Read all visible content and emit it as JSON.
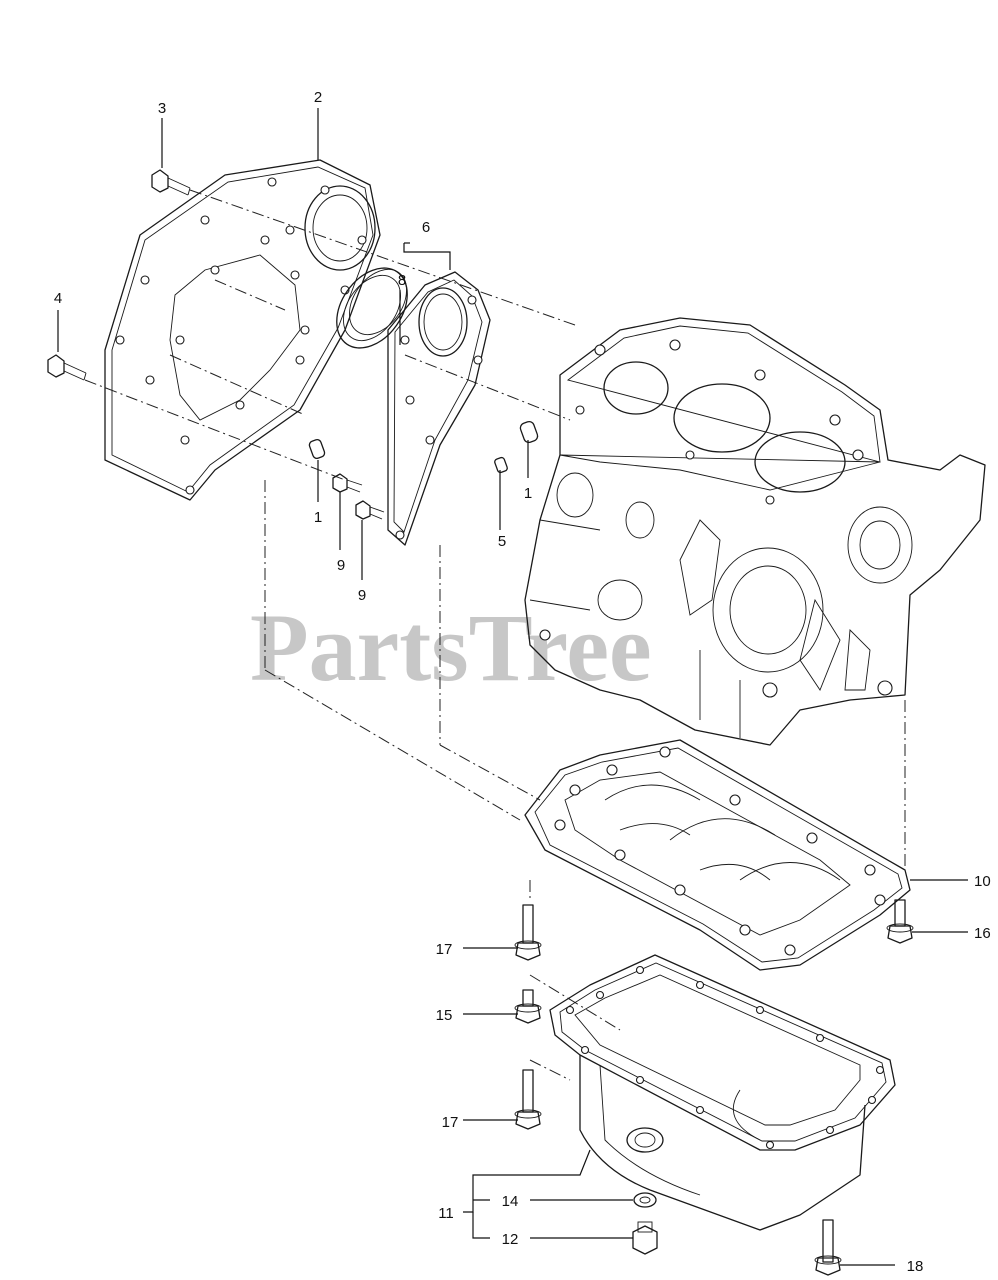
{
  "watermark": "PartsTree",
  "callouts": {
    "c1a": "1",
    "c1b": "1",
    "c2": "2",
    "c3": "3",
    "c4": "4",
    "c5": "5",
    "c6": "6",
    "c8": "8",
    "c9a": "9",
    "c9b": "9",
    "c10": "10",
    "c11": "11",
    "c12": "12",
    "c14": "14",
    "c15": "15",
    "c16": "16",
    "c17a": "17",
    "c17b": "17",
    "c18": "18"
  }
}
